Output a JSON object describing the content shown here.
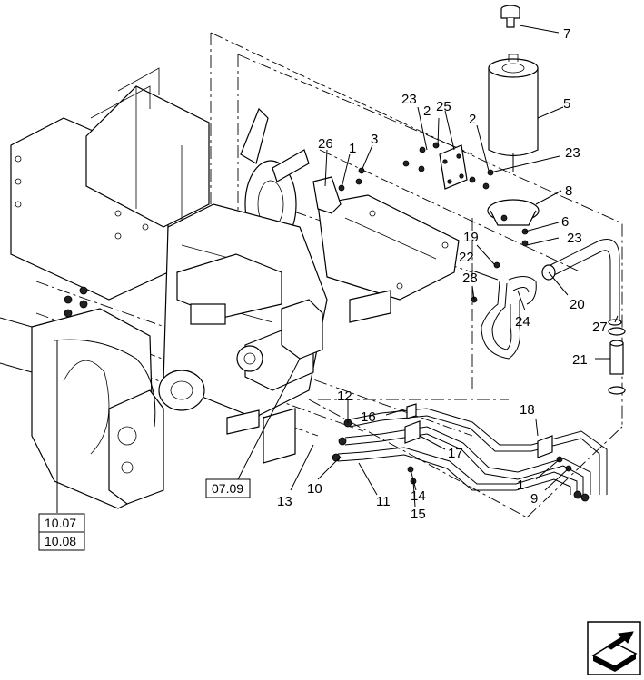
{
  "callouts": {
    "c1a": "1",
    "c1b": "1",
    "c2a": "2",
    "c2b": "2",
    "c3": "3",
    "c5": "5",
    "c6": "6",
    "c7": "7",
    "c8": "8",
    "c9": "9",
    "c10": "10",
    "c11": "11",
    "c12": "12",
    "c13": "13",
    "c14": "14",
    "c15": "15",
    "c16": "16",
    "c17": "17",
    "c18": "18",
    "c19": "19",
    "c20": "20",
    "c21": "21",
    "c22": "22",
    "c23a": "23",
    "c23b": "23",
    "c23c": "23",
    "c24": "24",
    "c25": "25",
    "c26": "26",
    "c27": "27",
    "c28": "28"
  },
  "references": {
    "ref_0709": "07.09",
    "ref_1007": "10.07",
    "ref_1008": "10.08"
  },
  "icons": {
    "nav": "next-page-arrow-icon"
  }
}
